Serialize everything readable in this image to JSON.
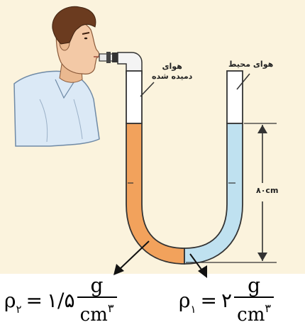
{
  "labels": {
    "blown_air": [
      "هوای",
      "دمیده شده"
    ],
    "ambient_air": "هوای محیط",
    "height": "۸۰cm"
  },
  "formulas": {
    "left": {
      "rho": "ρ",
      "sub": "۲",
      "equals": "=",
      "value": "۱/۵",
      "num": "g",
      "den": "cm",
      "exp": "۳"
    },
    "right": {
      "rho": "ρ",
      "sub": "۱",
      "equals": "=",
      "value": "۲",
      "num": "g",
      "den": "cm",
      "exp": "۳"
    }
  },
  "colors": {
    "background": "#fbf3dd",
    "fluid_orange": "#f2a25c",
    "fluid_blue": "#bfe1f0",
    "shirt": "#dbe9f6",
    "skin": "#f3c9a6",
    "hair": "#6b3b1f"
  }
}
